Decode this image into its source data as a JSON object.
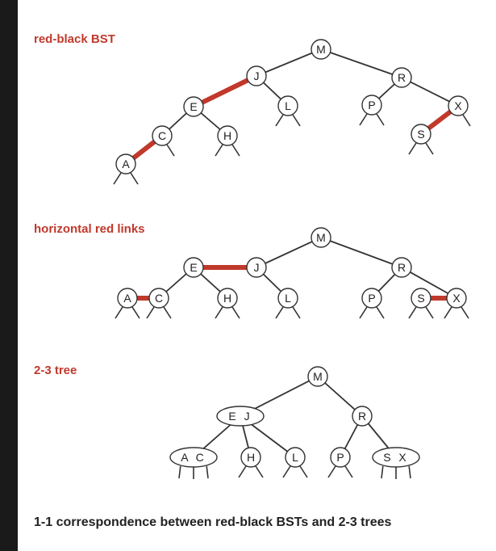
{
  "figure": {
    "caption": "1-1 correspondence between red-black BSTs and 2-3 trees",
    "colors": {
      "red_link": "#c0392b",
      "black_link": "#333333",
      "title": "#c0392b",
      "background": "#ffffff",
      "frame": "#1a1a1a"
    },
    "panels": [
      {
        "id": "rb",
        "title": "red-black BST",
        "nodes": [
          {
            "id": "M",
            "label": "M"
          },
          {
            "id": "J",
            "label": "J"
          },
          {
            "id": "R",
            "label": "R"
          },
          {
            "id": "E",
            "label": "E"
          },
          {
            "id": "L",
            "label": "L"
          },
          {
            "id": "P",
            "label": "P"
          },
          {
            "id": "X",
            "label": "X"
          },
          {
            "id": "C",
            "label": "C"
          },
          {
            "id": "H",
            "label": "H"
          },
          {
            "id": "S",
            "label": "S"
          },
          {
            "id": "A",
            "label": "A"
          }
        ],
        "links": [
          {
            "from": "M",
            "to": "J",
            "color": "black"
          },
          {
            "from": "M",
            "to": "R",
            "color": "black"
          },
          {
            "from": "J",
            "to": "E",
            "color": "red"
          },
          {
            "from": "J",
            "to": "L",
            "color": "black"
          },
          {
            "from": "R",
            "to": "P",
            "color": "black"
          },
          {
            "from": "R",
            "to": "X",
            "color": "black"
          },
          {
            "from": "E",
            "to": "C",
            "color": "black"
          },
          {
            "from": "E",
            "to": "H",
            "color": "black"
          },
          {
            "from": "C",
            "to": "A",
            "color": "red"
          },
          {
            "from": "X",
            "to": "S",
            "color": "red"
          }
        ]
      },
      {
        "id": "flat",
        "title": "horizontal red links",
        "nodes": [
          {
            "id": "M",
            "label": "M"
          },
          {
            "id": "J",
            "label": "J"
          },
          {
            "id": "E",
            "label": "E"
          },
          {
            "id": "R",
            "label": "R"
          },
          {
            "id": "A",
            "label": "A"
          },
          {
            "id": "C",
            "label": "C"
          },
          {
            "id": "H",
            "label": "H"
          },
          {
            "id": "L",
            "label": "L"
          },
          {
            "id": "P",
            "label": "P"
          },
          {
            "id": "S",
            "label": "S"
          },
          {
            "id": "X",
            "label": "X"
          }
        ],
        "links": [
          {
            "from": "M",
            "to": "J",
            "color": "black"
          },
          {
            "from": "M",
            "to": "R",
            "color": "black"
          },
          {
            "from": "E",
            "to": "J",
            "color": "red"
          },
          {
            "from": "E",
            "to": "C",
            "color": "black"
          },
          {
            "from": "E",
            "to": "H",
            "color": "black"
          },
          {
            "from": "J",
            "to": "L",
            "color": "black"
          },
          {
            "from": "A",
            "to": "C",
            "color": "red"
          },
          {
            "from": "R",
            "to": "P",
            "color": "black"
          },
          {
            "from": "R",
            "to": "X",
            "color": "black"
          },
          {
            "from": "S",
            "to": "X",
            "color": "red"
          }
        ]
      },
      {
        "id": "tt",
        "title": "2-3 tree",
        "nodes": [
          {
            "id": "M",
            "label": "M"
          },
          {
            "id": "EJ",
            "label": "E J"
          },
          {
            "id": "R",
            "label": "R"
          },
          {
            "id": "AC",
            "label": "A C"
          },
          {
            "id": "H",
            "label": "H"
          },
          {
            "id": "L",
            "label": "L"
          },
          {
            "id": "P",
            "label": "P"
          },
          {
            "id": "SX",
            "label": "S X"
          }
        ],
        "links": [
          {
            "from": "M",
            "to": "EJ",
            "color": "black"
          },
          {
            "from": "M",
            "to": "R",
            "color": "black"
          },
          {
            "from": "EJ",
            "to": "AC",
            "color": "black"
          },
          {
            "from": "EJ",
            "to": "H",
            "color": "black"
          },
          {
            "from": "EJ",
            "to": "L",
            "color": "black"
          },
          {
            "from": "R",
            "to": "P",
            "color": "black"
          },
          {
            "from": "R",
            "to": "SX",
            "color": "black"
          }
        ]
      }
    ]
  }
}
